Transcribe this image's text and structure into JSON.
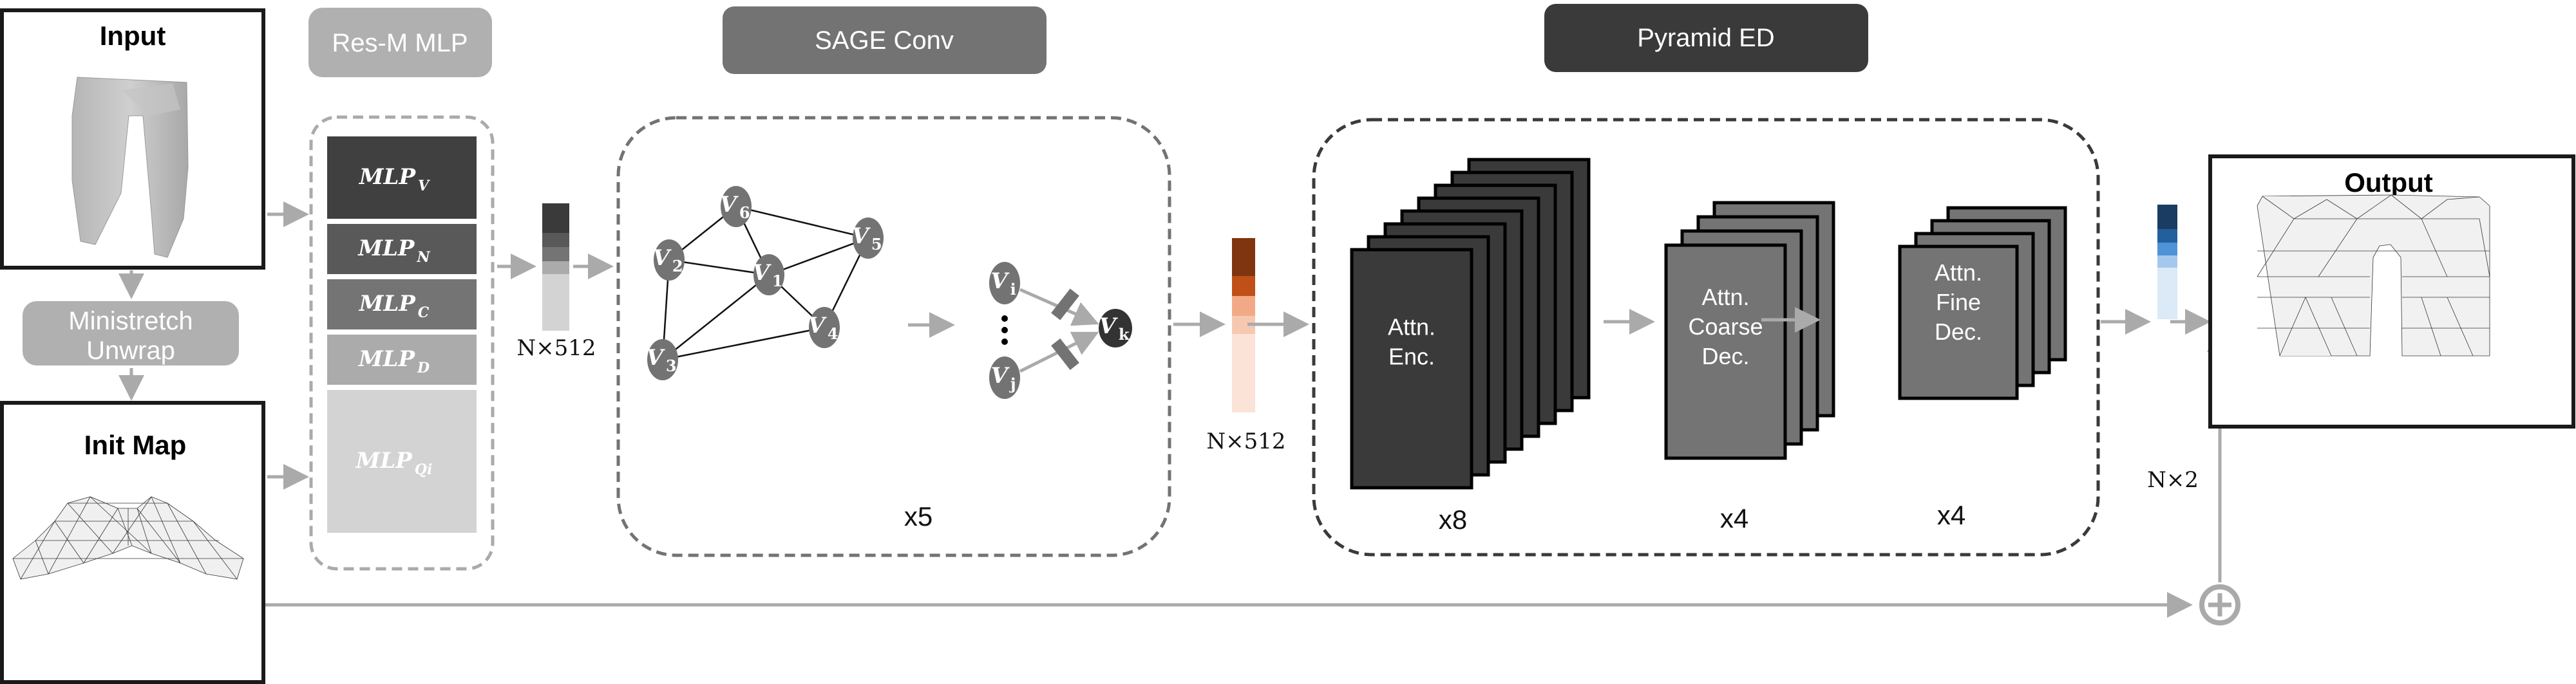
{
  "colors": {
    "arrow": "#aaaaaa",
    "res_header": "#b0b0b0",
    "sage_header": "#737373",
    "pyramid_header": "#3a3a3a",
    "node": "#737373",
    "node_dark": "#333333"
  },
  "headers": {
    "res_mlp": "Res-M MLP",
    "sage_conv": "SAGE Conv",
    "pyramid_ed": "Pyramid ED",
    "ministretch_line1": "Ministretch",
    "ministretch_line2": "Unwrap"
  },
  "panels": {
    "input_title": "Input",
    "init_map_title": "Init Map",
    "output_title": "Output"
  },
  "mlp_blocks": [
    {
      "name": "MLP",
      "sub": "V",
      "color": "#404040"
    },
    {
      "name": "MLP",
      "sub": "N",
      "color": "#595959"
    },
    {
      "name": "MLP",
      "sub": "C",
      "color": "#747474"
    },
    {
      "name": "MLP",
      "sub": "D",
      "color": "#ababab"
    },
    {
      "name": "MLP",
      "sub": "Qi",
      "color": "#d3d3d3"
    }
  ],
  "feature_vectors": {
    "res": {
      "label": "N×512",
      "colors": [
        "#3a3a3a",
        "#595959",
        "#747474",
        "#ababab",
        "#d3d3d3"
      ]
    },
    "sage": {
      "label": "N×512",
      "colors": [
        "#7f3510",
        "#c05018",
        "#f2aa86",
        "#f6c8b0",
        "#fbe3d8"
      ]
    },
    "out": {
      "label": "N×2",
      "colors": [
        "#1a3b62",
        "#225f9c",
        "#4e93d8",
        "#a3c8ec",
        "#dce9f6"
      ]
    }
  },
  "graph": {
    "nodes": [
      {
        "id": "V1",
        "base": "V",
        "sub": "1"
      },
      {
        "id": "V2",
        "base": "V",
        "sub": "2"
      },
      {
        "id": "V3",
        "base": "V",
        "sub": "3"
      },
      {
        "id": "V4",
        "base": "V",
        "sub": "4"
      },
      {
        "id": "V5",
        "base": "V",
        "sub": "5"
      },
      {
        "id": "V6",
        "base": "V",
        "sub": "6"
      }
    ],
    "edges": [
      [
        "V6",
        "V5"
      ],
      [
        "V6",
        "V2"
      ],
      [
        "V6",
        "V1"
      ],
      [
        "V2",
        "V1"
      ],
      [
        "V1",
        "V5"
      ],
      [
        "V5",
        "V4"
      ],
      [
        "V1",
        "V4"
      ],
      [
        "V2",
        "V3"
      ],
      [
        "V1",
        "V3"
      ],
      [
        "V3",
        "V4"
      ]
    ],
    "aggregation": {
      "sources": [
        {
          "base": "V",
          "sub": "i"
        },
        {
          "base": "V",
          "sub": "j"
        }
      ],
      "target": {
        "base": "V",
        "sub": "k"
      }
    },
    "repeat": "x5"
  },
  "pyramid": {
    "encoder": {
      "line1": "Attn.",
      "line2": "Enc.",
      "count": 8,
      "repeat": "x8"
    },
    "coarse": {
      "line1": "Attn.",
      "line2": "Coarse",
      "line3": "Dec.",
      "count": 4,
      "repeat": "x4"
    },
    "fine": {
      "line1": "Attn.",
      "line2": "Fine",
      "line3": "Dec.",
      "count": 4,
      "repeat": "x4"
    }
  },
  "residual": {
    "symbol": "+"
  }
}
